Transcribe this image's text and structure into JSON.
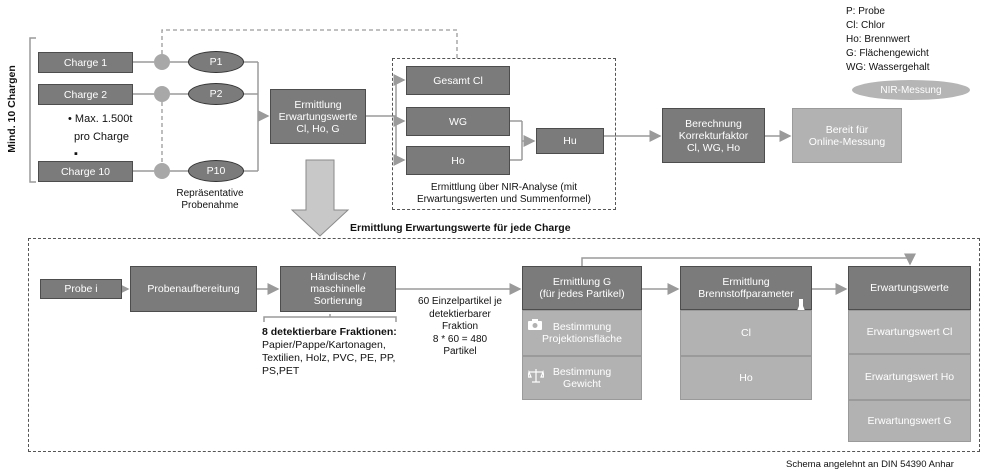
{
  "legend": {
    "items": [
      "P: Probe",
      "Cl: Chlor",
      "Ho: Brennwert",
      "G: Flächengewicht",
      "WG: Wassergehalt"
    ],
    "nir_label": "NIR-Messung"
  },
  "side_label": "Mind. 10 Chargen",
  "charges": [
    "Charge 1",
    "Charge 2",
    "Charge 10"
  ],
  "samples": [
    "P1",
    "P2",
    "P10"
  ],
  "charge_note": [
    "Max. 1.500t",
    "pro Charge"
  ],
  "sampling_label": [
    "Repräsentative",
    "Probenahme"
  ],
  "top_flow": {
    "expectation": [
      "Ermittlung",
      "Erwartungswerte",
      "Cl, Ho, G"
    ],
    "nir_boxes": [
      "Gesamt Cl",
      "WG",
      "Ho"
    ],
    "hu": "Hu",
    "nir_caption": [
      "Ermittlung über NIR-Analyse (mit",
      "Erwartungswerten und Summenformel)"
    ],
    "correction": [
      "Berechnung",
      "Korrekturfaktor",
      "Cl, WG, Ho"
    ],
    "ready": [
      "Bereit für",
      "Online-Messung"
    ]
  },
  "section_title": "Ermittlung Erwartungswerte für jede Charge",
  "bottom_flow": {
    "probe": "Probe i",
    "prep": "Probenaufbereitung",
    "sorting": [
      "Händische /",
      "maschinelle",
      "Sortierung"
    ],
    "fractions_title": "8 detektierbare Fraktionen:",
    "fractions_lines": [
      "Papier/Pappe/Kartonagen,",
      "Textilien, Holz, PVC, PE, PP,",
      "PS,PET"
    ],
    "particles": [
      "60 Einzelpartikel je",
      "detektierbarer",
      "Fraktion",
      "8 * 60 = 480",
      "Partikel"
    ],
    "g_header": [
      "Ermittlung G",
      "(für jedes Partikel)"
    ],
    "g_items": [
      [
        "Bestimmung",
        "Projektionsfläche"
      ],
      [
        "Bestimmung",
        "Gewicht"
      ]
    ],
    "fuel_header": [
      "Ermittlung",
      "Brennstoffparameter"
    ],
    "fuel_items": [
      "Cl",
      "Ho"
    ],
    "ev_header": "Erwartungswerte",
    "ev_items": [
      "Erwartungswert Cl",
      "Erwartungswert Ho",
      "Erwartungswert G"
    ]
  },
  "footer": "Schema angelehnt an DIN 54390 Anhar"
}
